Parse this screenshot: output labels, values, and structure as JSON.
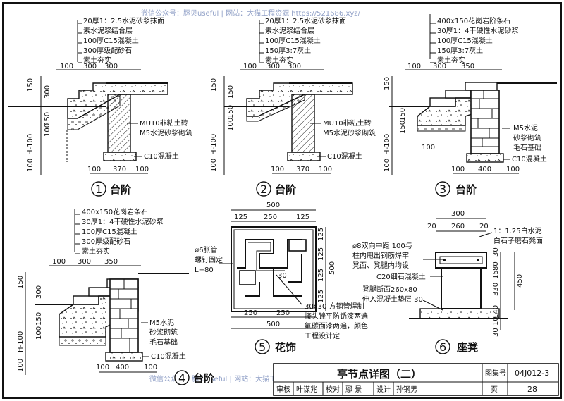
{
  "watermark": {
    "top": "微信公众号：豚贝useful | 网站：大猫工程资源 https://521686.xyz/",
    "bottom": "微信公众号：豚贝useful | 网站：大猫工程资源 https://521686.xyz/"
  },
  "details": {
    "d1": {
      "number": "1",
      "title": "台阶",
      "layers": [
        "20厚1：2.5水泥砂浆抹面",
        "素水泥浆结合层",
        "100厚C15混凝土",
        "300厚级配砂石",
        "素土夯实"
      ],
      "wall": [
        "MU10非粘土砖",
        "M5水泥砂浆砌筑"
      ],
      "footing": "C10混凝土",
      "dims_top": [
        "100",
        "300",
        "300"
      ],
      "dims_bottom": [
        "100",
        "370",
        "100"
      ],
      "dims_left": [
        "150",
        "H-100",
        "100",
        "300",
        "150",
        "100"
      ]
    },
    "d2": {
      "number": "2",
      "title": "台阶",
      "layers": [
        "20厚1：2.5水泥砂浆抹面",
        "素水泥浆结合层",
        "100厚C15混凝土",
        "150厚3:7灰土",
        "素土夯实"
      ],
      "wall": [
        "MU10非粘土砖",
        "M5水泥砂浆砌筑"
      ],
      "footing": "C10混凝土",
      "dims_top": [
        "100",
        "300",
        "300"
      ],
      "dims_bottom": [
        "100",
        "370",
        "100"
      ],
      "dims_left": [
        "150",
        "H-100",
        "100",
        "150",
        "150",
        "100"
      ]
    },
    "d3": {
      "number": "3",
      "title": "台阶",
      "layers": [
        "400x150花岗岩阶条石",
        "30厚1：4干硬性水泥砂浆",
        "100厚C15混凝土",
        "150厚3:7灰土",
        "素土夯实"
      ],
      "wall": [
        "M5水泥",
        "砂浆砌筑",
        "毛石基础"
      ],
      "footing": "C10混凝土",
      "dims_top": [
        "100",
        "300",
        "350"
      ],
      "dims_bottom": [
        "100",
        "400",
        "100"
      ],
      "dims_left": [
        "150",
        "H-100",
        "100",
        "150",
        "150",
        "100"
      ]
    },
    "d4": {
      "number": "4",
      "title": "台阶",
      "layers": [
        "400x150花岗岩条石",
        "30厚1：4干硬性水泥砂浆",
        "100厚C15混凝土",
        "300厚级配砂石",
        "素土夯实"
      ],
      "wall": [
        "M5水泥",
        "砂浆砌筑",
        "毛石基础"
      ],
      "footing": "C10混凝土",
      "dims_top": [
        "100",
        "300",
        "350"
      ],
      "dims_bottom": [
        "100",
        "400",
        "100"
      ],
      "dims_left": [
        "150",
        "H-100",
        "100",
        "300",
        "150",
        "100"
      ]
    },
    "d5": {
      "number": "5",
      "title": "花饰",
      "dims_top_total": "500",
      "dims_top": [
        "125",
        "250",
        "125"
      ],
      "dims_right_total": "500",
      "dims_right": [
        "125",
        "125",
        "125",
        "125"
      ],
      "dims_bottom": [
        "250",
        "250"
      ],
      "dims_bottom_total": "500",
      "note_left": [
        "ø6胀管",
        "螺钉固定",
        "L=80"
      ],
      "note_right": [
        "30x30 方钢管焊制",
        "接头锉平防锈漆两遍",
        "氟碳面漆两遍，颜色",
        "工程设计定"
      ],
      "marker": "30"
    },
    "d6": {
      "number": "6",
      "title": "座凳",
      "dims_top_total": "300",
      "dims_top": [
        "20",
        "260",
        "20"
      ],
      "note_top": [
        "1：1.25白水泥",
        "白石子磨石凳面"
      ],
      "note_left": [
        "ø8双向中距 100与",
        "柱内甩出钢筋焊牢",
        "凳面、凳腿内均设"
      ],
      "concrete": "C20细石混凝土",
      "leg": [
        "凳腿断面260x80",
        "伸入混凝土垫层 30"
      ],
      "dims_right": [
        "30",
        "80",
        "15",
        "330",
        "450"
      ],
      "dims_right2": [
        "140",
        "10",
        "30"
      ]
    }
  },
  "title_block": {
    "title": "亭节点详图（二）",
    "atlas_label": "图集号",
    "atlas_no": "04J012-3",
    "page_label": "页",
    "page_no": "28",
    "row": [
      "审核",
      "叶谋兆",
      "校对",
      "鄢 景",
      "设计",
      "孙钢男"
    ]
  }
}
